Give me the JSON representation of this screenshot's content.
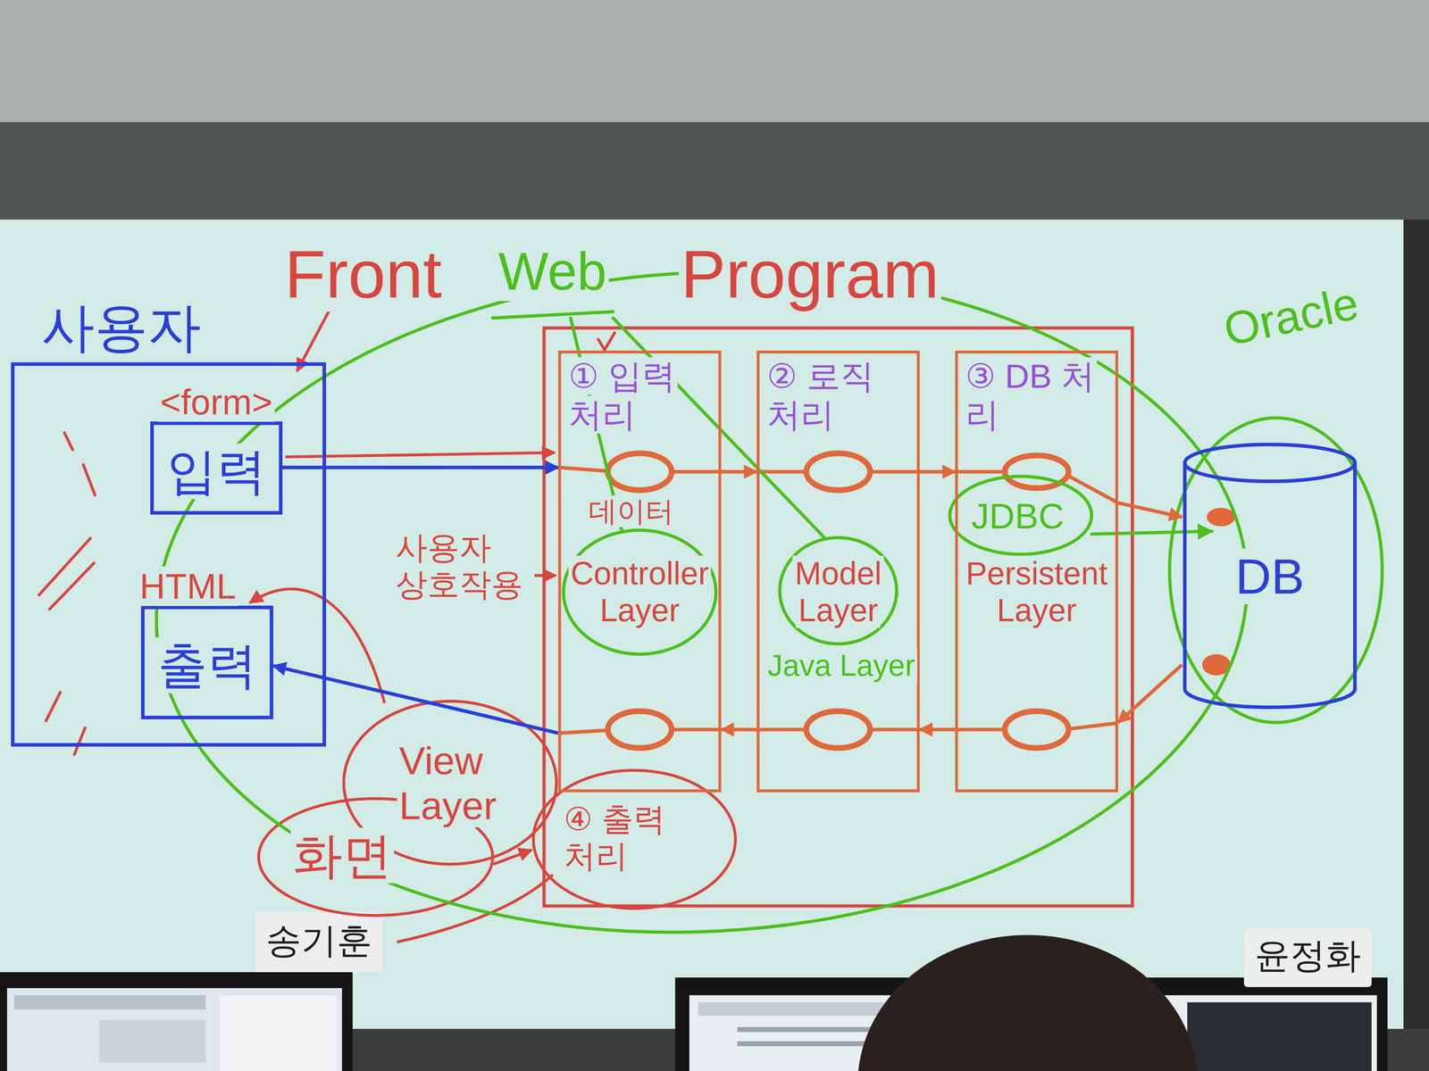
{
  "diagram": {
    "nodes": [
      {
        "text": [
          "사용자"
        ]
      },
      {
        "text": [
          "<form>",
          "입력"
        ],
        "in": 0
      },
      {
        "text": [
          "HTML",
          "출력"
        ],
        "in": 0
      },
      {
        "text": [
          "① 입력 처리",
          "Controller Layer"
        ]
      },
      {
        "text": [
          "② 로직 처리",
          "Model Layer"
        ]
      },
      {
        "text": [
          "③ DB 처리",
          "Persistent Layer"
        ]
      },
      {
        "text": [
          "DB"
        ]
      }
    ],
    "edges": [
      {
        "from": 1,
        "to": 3,
        "arrow": "to"
      },
      {
        "from": 3,
        "to": 4,
        "arrow": "to"
      },
      {
        "from": 4,
        "to": 5,
        "arrow": "to"
      },
      {
        "from": 5,
        "to": 6,
        "arrow": "to"
      },
      {
        "from": 6,
        "to": 5,
        "arrow": "to"
      },
      {
        "from": 5,
        "to": 4,
        "arrow": "to"
      },
      {
        "from": 4,
        "to": 3,
        "arrow": "to"
      },
      {
        "from": 3,
        "to": 2,
        "arrow": "to"
      }
    ],
    "labels": [
      "Front",
      "Web",
      "Program",
      "데이터",
      "사용자 상호작용",
      "JDBC",
      "Java Layer",
      "View Layer",
      "화면",
      "④ 출력 처리",
      "Oracle",
      "송기훈",
      "윤정화"
    ]
  }
}
